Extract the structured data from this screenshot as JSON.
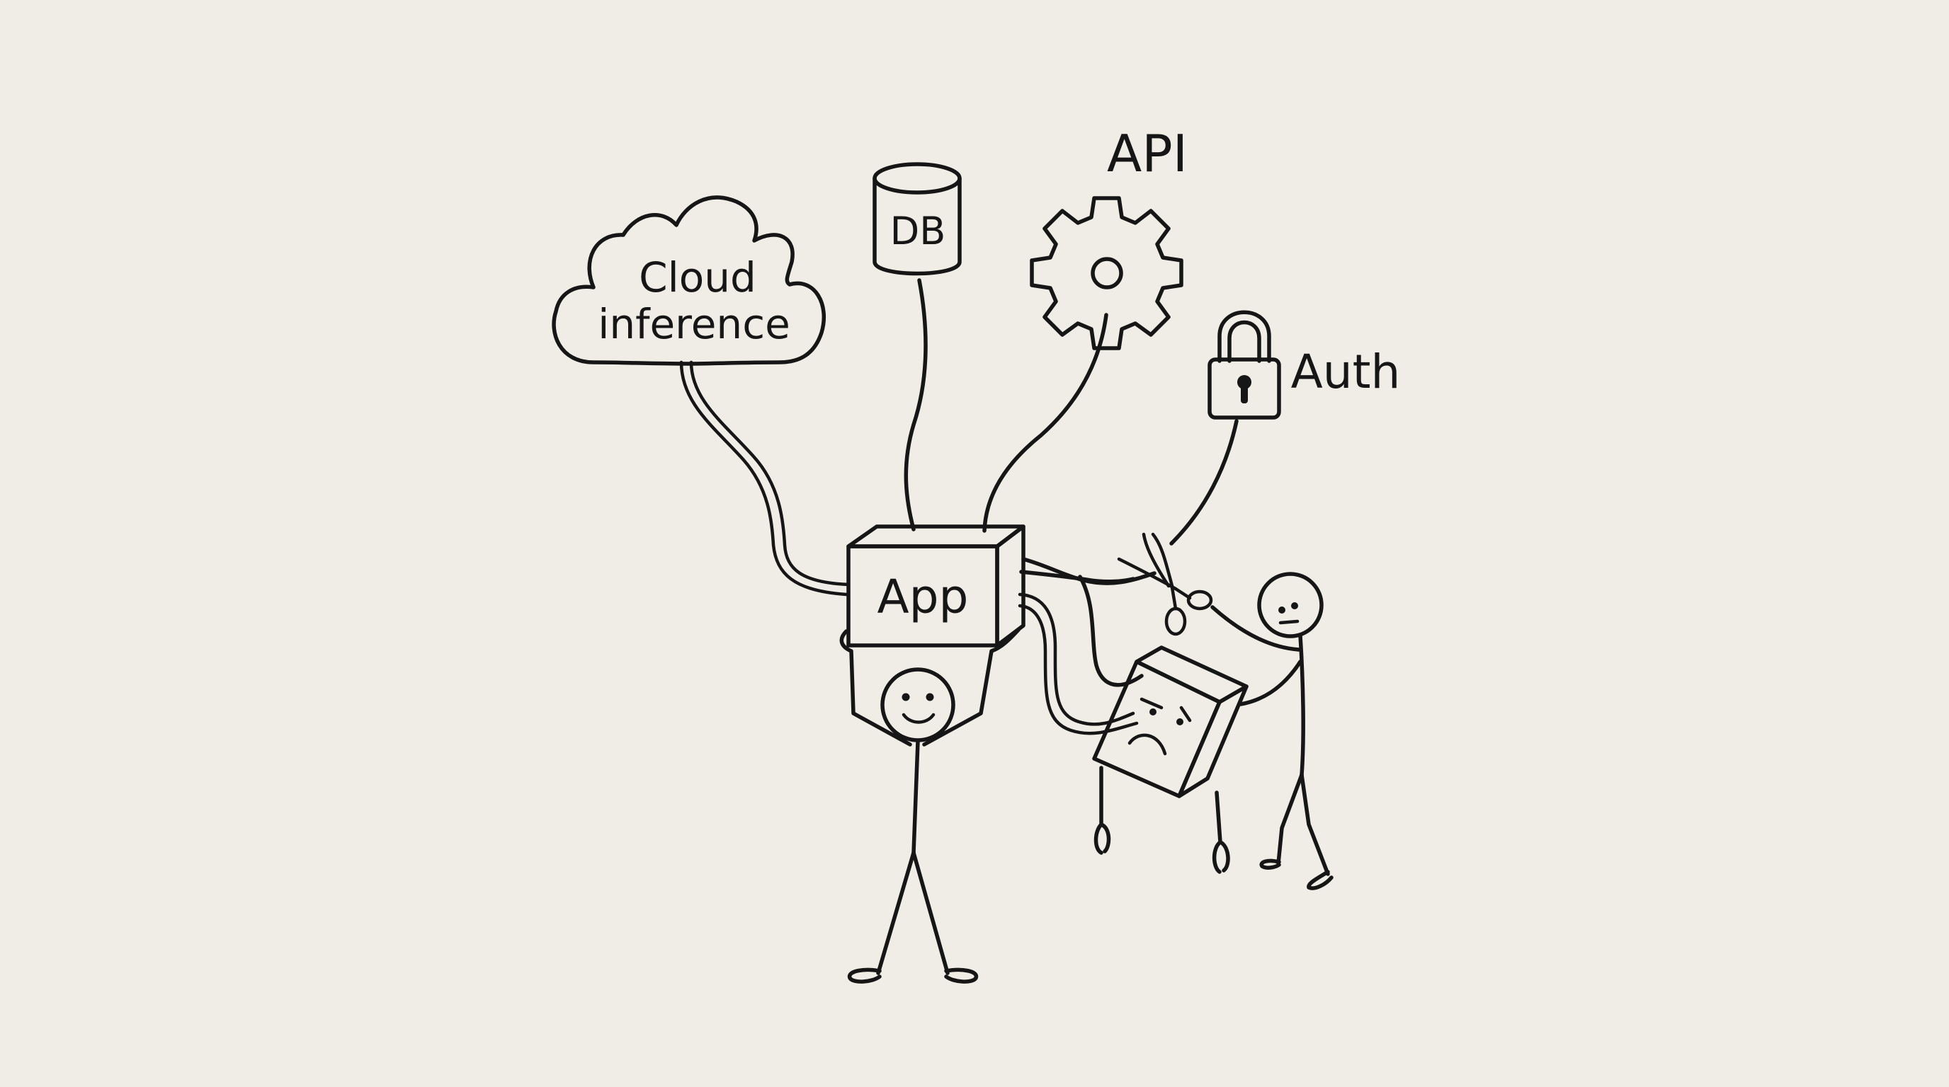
{
  "labels": {
    "cloud_line1": "Cloud",
    "cloud_line2": "inference",
    "db": "DB",
    "api": "API",
    "auth": "Auth",
    "app": "App"
  },
  "colors": {
    "background": "#f0ede6",
    "ink": "#161616"
  },
  "icons": [
    "cloud-icon",
    "database-icon",
    "gear-icon",
    "padlock-icon",
    "scissors-icon"
  ]
}
